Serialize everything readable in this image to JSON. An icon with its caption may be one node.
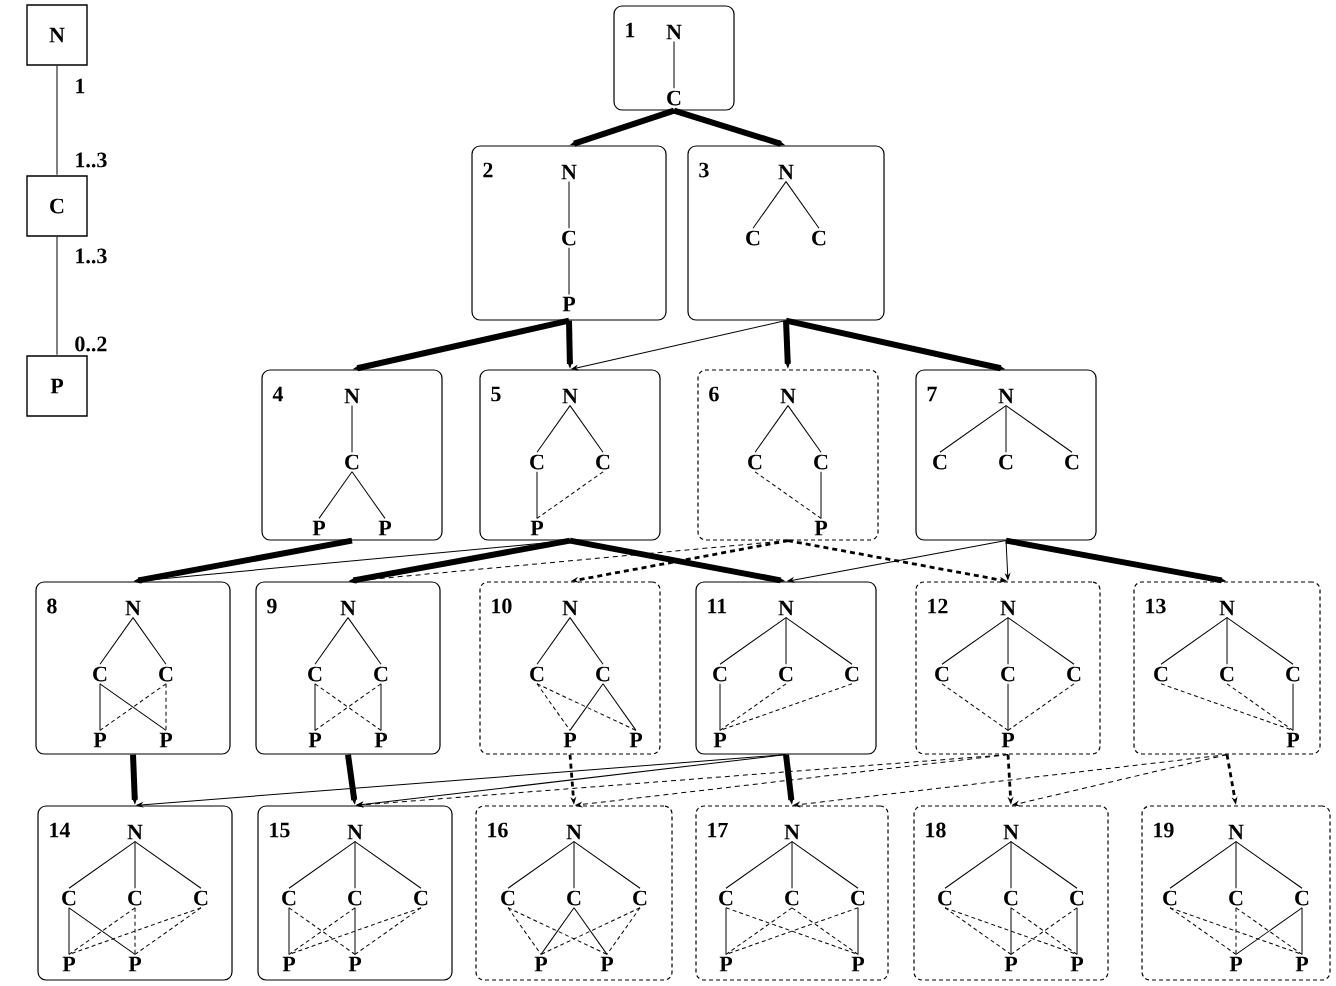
{
  "diagram": {
    "nodes": [
      {
        "text": [
          "N"
        ]
      },
      {
        "text": [
          "C"
        ]
      },
      {
        "text": [
          "P"
        ]
      },
      {
        "text": [
          "1",
          "N",
          "C"
        ]
      },
      {
        "text": [
          "2",
          "N",
          "C",
          "P"
        ]
      },
      {
        "text": [
          "3",
          "N",
          "C",
          "C"
        ]
      },
      {
        "text": [
          "4",
          "N",
          "C",
          "P",
          "P"
        ]
      },
      {
        "text": [
          "5",
          "N",
          "C",
          "C",
          "P"
        ]
      },
      {
        "text": [
          "6",
          "N",
          "C",
          "C",
          "P"
        ]
      },
      {
        "text": [
          "7",
          "N",
          "C",
          "C",
          "C"
        ]
      },
      {
        "text": [
          "8",
          "N",
          "C",
          "C",
          "P",
          "P"
        ]
      },
      {
        "text": [
          "9",
          "N",
          "C",
          "C",
          "P",
          "P"
        ]
      },
      {
        "text": [
          "10",
          "N",
          "C",
          "C",
          "P",
          "P"
        ]
      },
      {
        "text": [
          "11",
          "N",
          "C",
          "C",
          "C",
          "P"
        ]
      },
      {
        "text": [
          "12",
          "N",
          "C",
          "C",
          "C",
          "P"
        ]
      },
      {
        "text": [
          "13",
          "N",
          "C",
          "C",
          "C",
          "P"
        ]
      },
      {
        "text": [
          "14",
          "N",
          "C",
          "C",
          "C",
          "P",
          "P"
        ]
      },
      {
        "text": [
          "15",
          "N",
          "C",
          "C",
          "C",
          "P",
          "P"
        ]
      },
      {
        "text": [
          "16",
          "N",
          "C",
          "C",
          "C",
          "P",
          "P"
        ]
      },
      {
        "text": [
          "17",
          "N",
          "C",
          "C",
          "C",
          "P",
          "P"
        ]
      },
      {
        "text": [
          "18",
          "N",
          "C",
          "C",
          "C",
          "P",
          "P"
        ]
      },
      {
        "text": [
          "19",
          "N",
          "C",
          "C",
          "C",
          "P",
          "P"
        ]
      }
    ],
    "edges": [
      {
        "from": 0,
        "to": 1,
        "arrow": "none"
      },
      {
        "from": 1,
        "to": 2,
        "arrow": "none"
      },
      {
        "from": 3,
        "to": 4,
        "arrow": "to",
        "style": "thick"
      },
      {
        "from": 3,
        "to": 5,
        "arrow": "to",
        "style": "thick"
      },
      {
        "from": 4,
        "to": 6,
        "arrow": "to",
        "style": "thick"
      },
      {
        "from": 4,
        "to": 7,
        "arrow": "to",
        "style": "thick"
      },
      {
        "from": 5,
        "to": 7,
        "arrow": "to"
      },
      {
        "from": 5,
        "to": 8,
        "arrow": "to",
        "style": "thick"
      },
      {
        "from": 5,
        "to": 9,
        "arrow": "to",
        "style": "thick"
      },
      {
        "from": 6,
        "to": 10,
        "arrow": "to",
        "style": "thick"
      },
      {
        "from": 7,
        "to": 10,
        "arrow": "to"
      },
      {
        "from": 7,
        "to": 11,
        "arrow": "to",
        "style": "thick"
      },
      {
        "from": 7,
        "to": 13,
        "arrow": "to",
        "style": "thick"
      },
      {
        "from": 8,
        "to": 11,
        "arrow": "to",
        "style": "dashed"
      },
      {
        "from": 8,
        "to": 12,
        "arrow": "to",
        "style": "dashed"
      },
      {
        "from": 8,
        "to": 14,
        "arrow": "to",
        "style": "dashed"
      },
      {
        "from": 9,
        "to": 13,
        "arrow": "to"
      },
      {
        "from": 9,
        "to": 14,
        "arrow": "to"
      },
      {
        "from": 9,
        "to": 15,
        "arrow": "to",
        "style": "thick"
      },
      {
        "from": 10,
        "to": 16,
        "arrow": "to",
        "style": "thick"
      },
      {
        "from": 11,
        "to": 17,
        "arrow": "to",
        "style": "thick"
      },
      {
        "from": 12,
        "to": 18,
        "arrow": "to",
        "style": "dashed"
      },
      {
        "from": 13,
        "to": 16,
        "arrow": "to"
      },
      {
        "from": 13,
        "to": 17,
        "arrow": "to"
      },
      {
        "from": 13,
        "to": 19,
        "arrow": "to",
        "style": "thick"
      },
      {
        "from": 14,
        "to": 17,
        "arrow": "to",
        "style": "dashed"
      },
      {
        "from": 14,
        "to": 18,
        "arrow": "to",
        "style": "dashed"
      },
      {
        "from": 14,
        "to": 20,
        "arrow": "to",
        "style": "dashed"
      },
      {
        "from": 15,
        "to": 19,
        "arrow": "to",
        "style": "dashed"
      },
      {
        "from": 15,
        "to": 20,
        "arrow": "to",
        "style": "dashed"
      },
      {
        "from": 15,
        "to": 21,
        "arrow": "to",
        "style": "dashed"
      }
    ],
    "labels": [
      "1",
      "1..3",
      "1..3",
      "0..2"
    ]
  }
}
